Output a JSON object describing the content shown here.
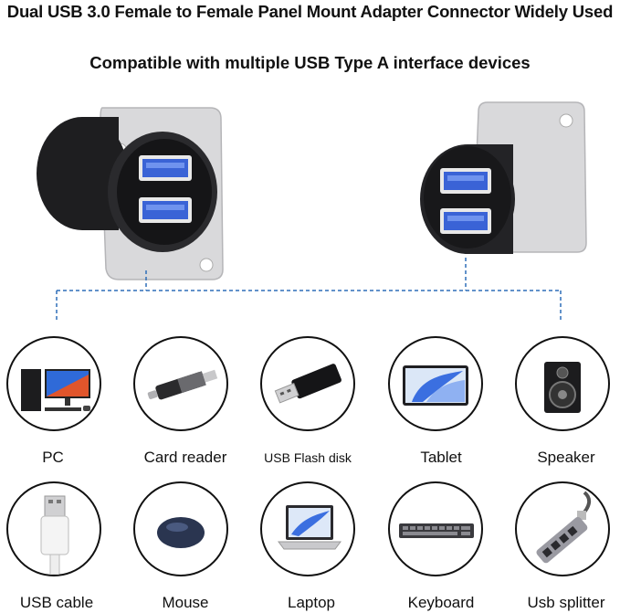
{
  "title": "Dual USB 3.0 Female to Female Panel Mount Adapter Connector Widely Used",
  "subtitle": "Compatible with multiple USB Type A interface devices",
  "colors": {
    "usb_blue": "#3a63d6",
    "line_blue": "#2f6fb8",
    "metal": "#d6d6d8",
    "black_body": "#1c1c1e"
  },
  "devices_row1": [
    {
      "label": "PC",
      "icon": "pc-icon"
    },
    {
      "label": "Card reader",
      "icon": "card-reader-icon"
    },
    {
      "label": "USB Flash disk",
      "icon": "usb-flash-disk-icon"
    },
    {
      "label": "Tablet",
      "icon": "tablet-icon"
    },
    {
      "label": "Speaker",
      "icon": "speaker-icon"
    }
  ],
  "devices_row2": [
    {
      "label": "USB cable",
      "icon": "usb-cable-icon"
    },
    {
      "label": "Mouse",
      "icon": "mouse-icon"
    },
    {
      "label": "Laptop",
      "icon": "laptop-icon"
    },
    {
      "label": "Keyboard",
      "icon": "keyboard-icon"
    },
    {
      "label": "Usb splitter",
      "icon": "usb-splitter-icon"
    }
  ]
}
